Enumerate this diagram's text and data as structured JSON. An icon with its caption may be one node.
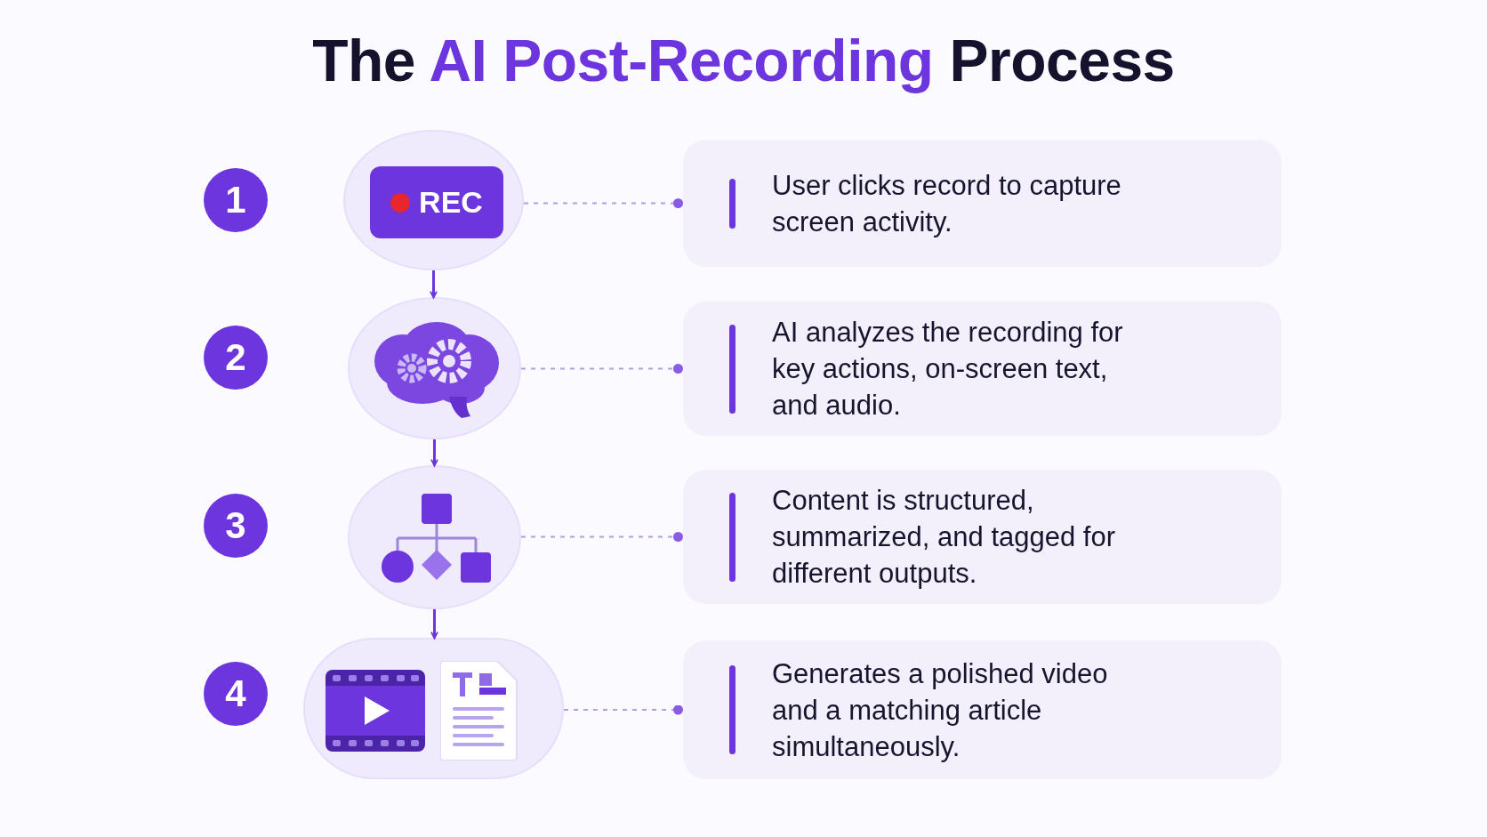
{
  "diagram": {
    "title": "The **AI Post-Recording** Process",
    "nodes": [
      {
        "text": [
          "1"
        ]
      },
      {
        "text": [],
        "shape": "circle"
      },
      {
        "text": [
          "REC"
        ],
        "in": 1
      },
      {
        "text": [
          "User clicks record to capture screen activity."
        ]
      },
      {
        "text": [
          "2"
        ]
      },
      {
        "text": [],
        "shape": "circle"
      },
      {
        "text": [
          "AI analyzes the recording for key actions, on-screen text, and audio."
        ]
      },
      {
        "text": [
          "3"
        ]
      },
      {
        "text": [],
        "shape": "circle"
      },
      {
        "text": [
          "Content is structured, summarized, and tagged for different outputs."
        ]
      },
      {
        "text": [
          "4"
        ]
      },
      {
        "text": [],
        "shape": "pill"
      },
      {
        "text": [
          "Generates a polished video and a matching article simultaneously."
        ]
      }
    ],
    "edges": [
      {
        "from": 1,
        "to": 5,
        "arrow": "to",
        "color": "#6c35de"
      },
      {
        "from": 5,
        "to": 8,
        "arrow": "to",
        "color": "#6c35de"
      },
      {
        "from": 8,
        "to": 11,
        "arrow": "to",
        "color": "#6c35de"
      },
      {
        "from": 1,
        "to": 3,
        "arrow": "other",
        "style": "dashed"
      },
      {
        "from": 5,
        "to": 6,
        "arrow": "other",
        "style": "dashed"
      },
      {
        "from": 8,
        "to": 9,
        "arrow": "other",
        "style": "dashed"
      },
      {
        "from": 11,
        "to": 12,
        "arrow": "other",
        "style": "dashed"
      }
    ]
  }
}
